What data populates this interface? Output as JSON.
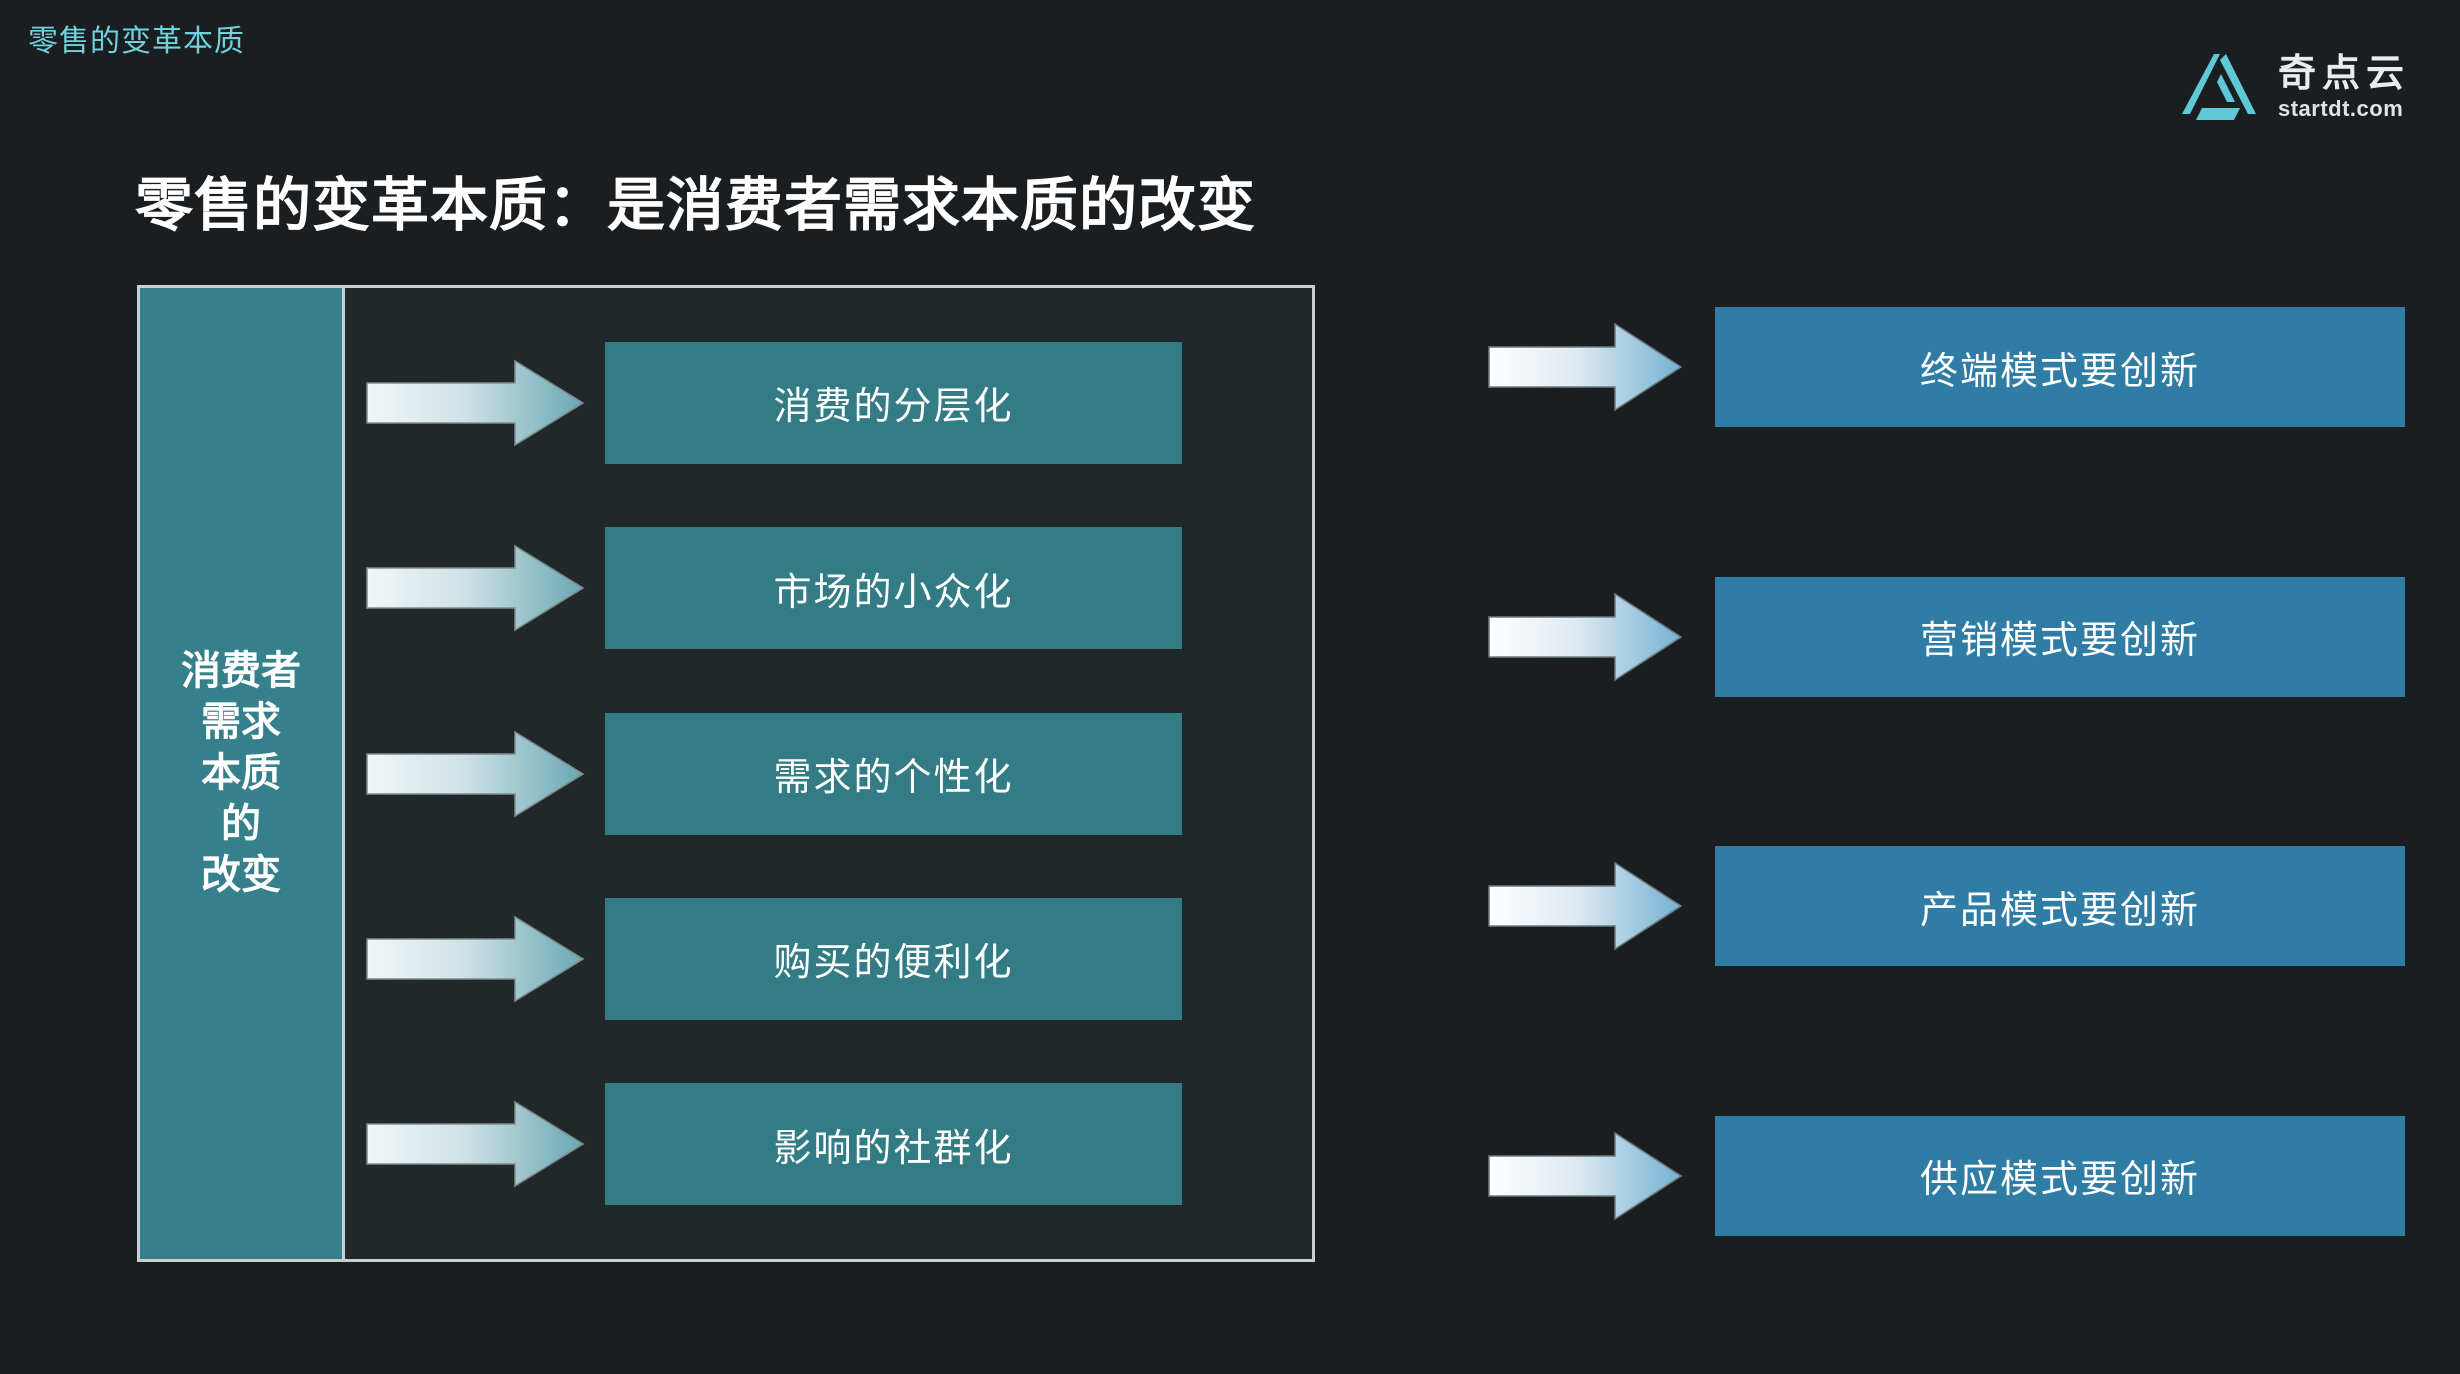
{
  "header": {
    "kicker": "零售的变革本质",
    "title": "零售的变革本质：是消费者需求本质的改变",
    "logo": {
      "mark_icon": "startdt-triangle-logo-icon",
      "cn_name": "奇点云",
      "domain": "startdt.com",
      "mark_color": "#5ec8d6"
    }
  },
  "diagram": {
    "left_panel": {
      "label": "消费者\n需求\n本质\n的\n改变"
    },
    "drivers": [
      {
        "label": "消费的分层化",
        "arrow_icon": "right-arrow-icon"
      },
      {
        "label": "市场的小众化",
        "arrow_icon": "right-arrow-icon"
      },
      {
        "label": "需求的个性化",
        "arrow_icon": "right-arrow-icon"
      },
      {
        "label": "购买的便利化",
        "arrow_icon": "right-arrow-icon"
      },
      {
        "label": "影响的社群化",
        "arrow_icon": "right-arrow-icon"
      }
    ],
    "outcomes": [
      {
        "label": "终端模式要创新",
        "arrow_icon": "right-arrow-icon"
      },
      {
        "label": "营销模式要创新",
        "arrow_icon": "right-arrow-icon"
      },
      {
        "label": "产品模式要创新",
        "arrow_icon": "right-arrow-icon"
      },
      {
        "label": "供应模式要创新",
        "arrow_icon": "right-arrow-icon"
      }
    ]
  },
  "colors": {
    "background": "#1a1e21",
    "panel_background": "#202829",
    "driver_box": "#337c85",
    "outcome_box": "#2f7ca5",
    "left_panel": "#35808a",
    "kicker_text": "#6fd2dd",
    "frame_border": "#c9cfd2"
  }
}
